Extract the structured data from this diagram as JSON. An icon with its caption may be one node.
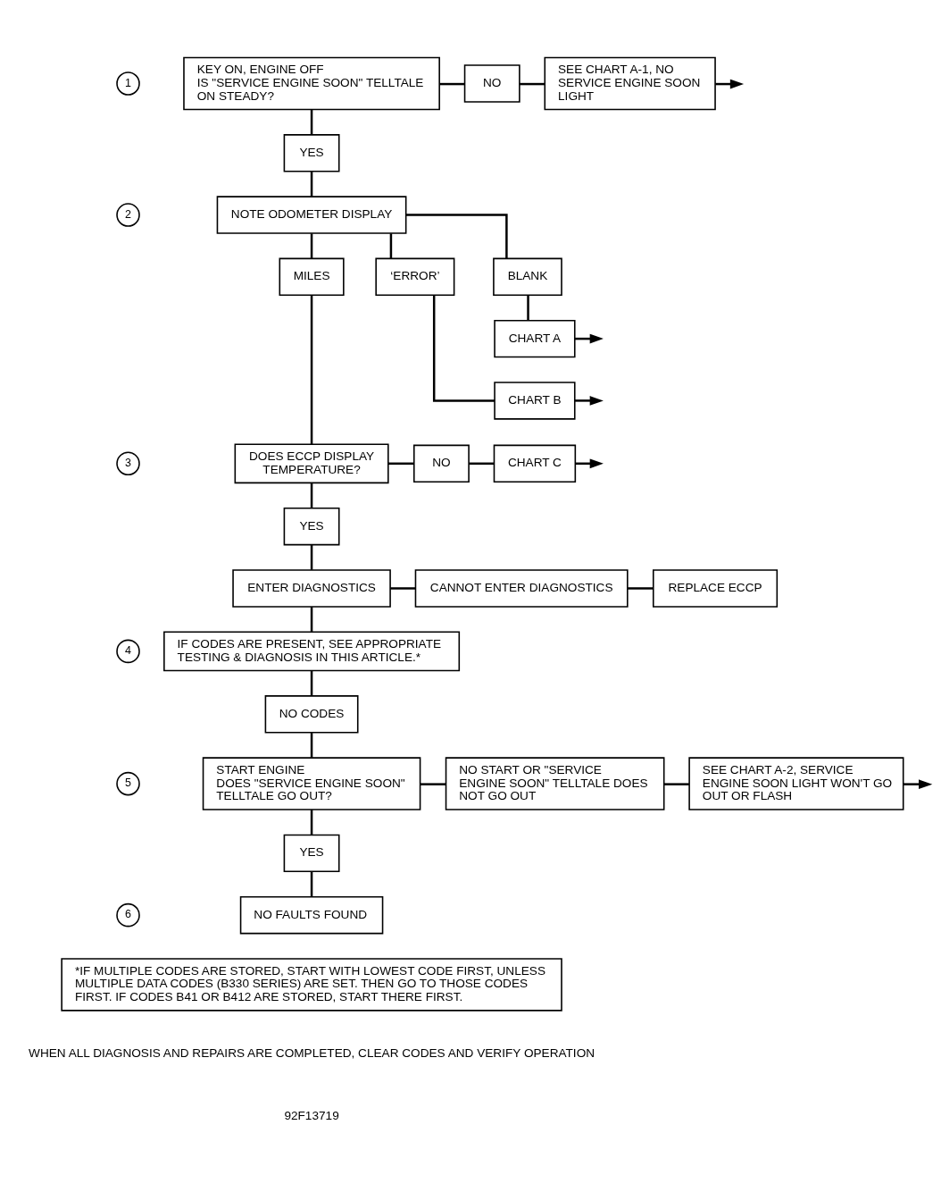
{
  "diagram": {
    "nodes": [
      {
        "text": [
          "1"
        ]
      },
      {
        "text": [
          "KEY ON, ENGINE OFF",
          "IS \"SERVICE ENGINE SOON\" TELLTALE ON STEADY?"
        ]
      },
      {
        "text": [
          "NO"
        ]
      },
      {
        "text": [
          "SEE CHART A-1, NO SERVICE ENGINE SOON LIGHT"
        ]
      },
      {
        "text": [
          "YES"
        ]
      },
      {
        "text": [
          "2"
        ]
      },
      {
        "text": [
          "NOTE ODOMETER DISPLAY"
        ]
      },
      {
        "text": [
          "MILES"
        ]
      },
      {
        "text": [
          "‘ERROR’"
        ]
      },
      {
        "text": [
          "BLANK"
        ]
      },
      {
        "text": [
          "CHART A"
        ]
      },
      {
        "text": [
          "CHART B"
        ]
      },
      {
        "text": [
          "3"
        ]
      },
      {
        "text": [
          "DOES ECCP DISPLAY TEMPERATURE?"
        ]
      },
      {
        "text": [
          "NO"
        ]
      },
      {
        "text": [
          "CHART C"
        ]
      },
      {
        "text": [
          "YES"
        ]
      },
      {
        "text": [
          "ENTER DIAGNOSTICS"
        ]
      },
      {
        "text": [
          "CANNOT ENTER DIAGNOSTICS"
        ]
      },
      {
        "text": [
          "REPLACE ECCP"
        ]
      },
      {
        "text": [
          "4"
        ]
      },
      {
        "text": [
          "IF CODES ARE PRESENT, SEE APPROPRIATE TESTING & DIAGNOSIS IN THIS ARTICLE.*"
        ]
      },
      {
        "text": [
          "NO CODES"
        ]
      },
      {
        "text": [
          "5"
        ]
      },
      {
        "text": [
          "START ENGINE",
          "DOES \"SERVICE ENGINE SOON\" TELLTALE GO OUT?"
        ]
      },
      {
        "text": [
          "NO START OR \"SERVICE ENGINE SOON\" TELLTALE DOES NOT GO OUT"
        ]
      },
      {
        "text": [
          "SEE CHART A-2, SERVICE ENGINE SOON LIGHT WON'T GO OUT OR FLASH"
        ]
      },
      {
        "text": [
          "YES"
        ]
      },
      {
        "text": [
          "6"
        ]
      },
      {
        "text": [
          "NO FAULTS FOUND"
        ]
      },
      {
        "text": [
          "*IF MULTIPLE CODES ARE STORED, START WITH LOWEST CODE FIRST, UNLESS MULTIPLE DATA CODES (B330 SERIES) ARE SET. THEN GO TO THOSE CODES FIRST. IF CODES B41 OR B412 ARE STORED, START THERE FIRST."
        ]
      }
    ],
    "edges": [
      {
        "from": 1,
        "to": 2,
        "arrow": "none"
      },
      {
        "from": 2,
        "to": 3,
        "arrow": "none"
      },
      {
        "from": 3,
        "to": null,
        "arrow": "to"
      },
      {
        "from": 1,
        "to": 4,
        "arrow": "none"
      },
      {
        "from": 4,
        "to": 6,
        "arrow": "none"
      },
      {
        "from": 6,
        "to": 7,
        "arrow": "none"
      },
      {
        "from": 6,
        "to": 8,
        "arrow": "none"
      },
      {
        "from": 6,
        "to": 9,
        "arrow": "none"
      },
      {
        "from": 9,
        "to": 10,
        "arrow": "none"
      },
      {
        "from": 10,
        "to": null,
        "arrow": "to"
      },
      {
        "from": 8,
        "to": 11,
        "arrow": "none"
      },
      {
        "from": 11,
        "to": null,
        "arrow": "to"
      },
      {
        "from": 7,
        "to": 13,
        "arrow": "none"
      },
      {
        "from": 13,
        "to": 14,
        "arrow": "none"
      },
      {
        "from": 14,
        "to": 15,
        "arrow": "none"
      },
      {
        "from": 15,
        "to": null,
        "arrow": "to"
      },
      {
        "from": 13,
        "to": 16,
        "arrow": "none"
      },
      {
        "from": 16,
        "to": 17,
        "arrow": "none"
      },
      {
        "from": 17,
        "to": 18,
        "arrow": "none"
      },
      {
        "from": 18,
        "to": 19,
        "arrow": "none"
      },
      {
        "from": 17,
        "to": 21,
        "arrow": "none"
      },
      {
        "from": 21,
        "to": 22,
        "arrow": "none"
      },
      {
        "from": 22,
        "to": 24,
        "arrow": "none"
      },
      {
        "from": 24,
        "to": 25,
        "arrow": "none"
      },
      {
        "from": 25,
        "to": 26,
        "arrow": "none"
      },
      {
        "from": 26,
        "to": null,
        "arrow": "to"
      },
      {
        "from": 24,
        "to": 27,
        "arrow": "none"
      },
      {
        "from": 27,
        "to": 29,
        "arrow": "none"
      }
    ],
    "labels": [
      "WHEN ALL DIAGNOSIS AND REPAIRS ARE COMPLETED, CLEAR CODES AND VERIFY OPERATION",
      "92F13719"
    ]
  }
}
